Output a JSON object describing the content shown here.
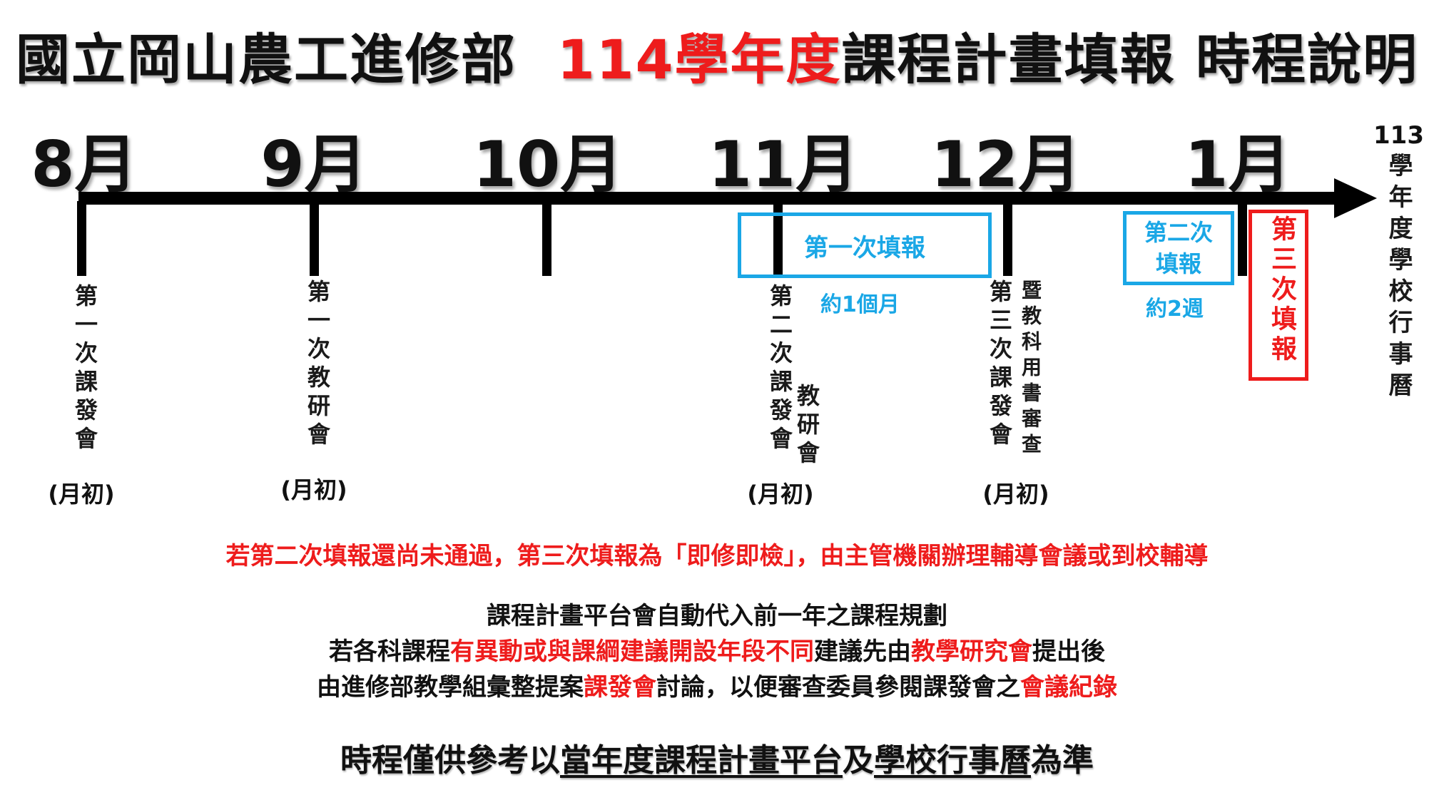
{
  "title": {
    "prefix": "國立岡山農工進修部",
    "highlight": "114學年度",
    "suffix": "課程計畫填報 時程說明"
  },
  "months": [
    "8月",
    "9月",
    "10月",
    "11月",
    "12月",
    "1月"
  ],
  "end_label": {
    "year": "113",
    "text": "學年度學校行事曆"
  },
  "events": {
    "aug": {
      "text": "第一次課發會",
      "note": "(月初)"
    },
    "sep": {
      "text": "第一次教研會",
      "note": "(月初)"
    },
    "nov_a": "第二次課發會",
    "nov_b": "教研會",
    "nov_note": "(月初)",
    "dec_a": "第三次課發會",
    "dec_b": "暨教科用書審查",
    "dec_note": "(月初)"
  },
  "submissions": {
    "first": {
      "label": "第一次填報",
      "note": "約1個月"
    },
    "second": {
      "label_line1": "第二次",
      "label_line2": "填報",
      "note": "約2週"
    },
    "third": {
      "label": "第三次填報"
    }
  },
  "notes": {
    "red_warning": "若第二次填報還尚未通過，第三次填報為「即修即檢」，由主管機關辦理輔導會議或到校輔導",
    "line1": "課程計畫平台會自動代入前一年之課程規劃",
    "line2": {
      "p1": "若各科課程",
      "r1": "有異動或與課綱建議開設年段不同",
      "p2": "建議先由",
      "r2": "教學研究會",
      "p3": "提出後"
    },
    "line3": {
      "p1": "由進修部教學組彙整提案",
      "r1": "課發會",
      "p2": "討論，以便審查委員參閱課發會之",
      "r2": "會議紀錄"
    },
    "footer": {
      "p1": "時程僅供參考以",
      "u1": "當年度課程計畫平台",
      "p2": "及",
      "u2": "學校行事曆",
      "p3": "為準"
    }
  },
  "colors": {
    "accent_red": "#ee1c1c",
    "accent_blue": "#1aa7e6"
  }
}
